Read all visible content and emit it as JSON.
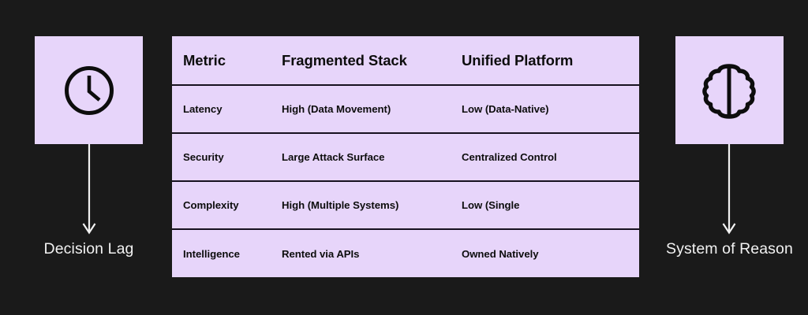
{
  "background_color": "#1a1a1a",
  "accent_color": "#e7d5fa",
  "ink_color": "#0d0d0d",
  "label_color": "#f2f2f2",
  "left_panel": {
    "icon": "clock-icon",
    "label": "Decision Lag",
    "arrow": "down-arrow-icon"
  },
  "right_panel": {
    "icon": "brain-icon",
    "label": "System of Reason",
    "arrow": "down-arrow-icon"
  },
  "table": {
    "headers": [
      "Metric",
      "Fragmented Stack",
      "Unified Platform"
    ],
    "rows": [
      {
        "metric": "Latency",
        "fragmented": "High (Data Movement)",
        "unified": "Low (Data-Native)"
      },
      {
        "metric": "Security",
        "fragmented": "Large Attack Surface",
        "unified": "Centralized Control"
      },
      {
        "metric": "Complexity",
        "fragmented": "High (Multiple Systems)",
        "unified": "Low (Single"
      },
      {
        "metric": "Intelligence",
        "fragmented": "Rented via APIs",
        "unified": "Owned Natively"
      }
    ]
  }
}
